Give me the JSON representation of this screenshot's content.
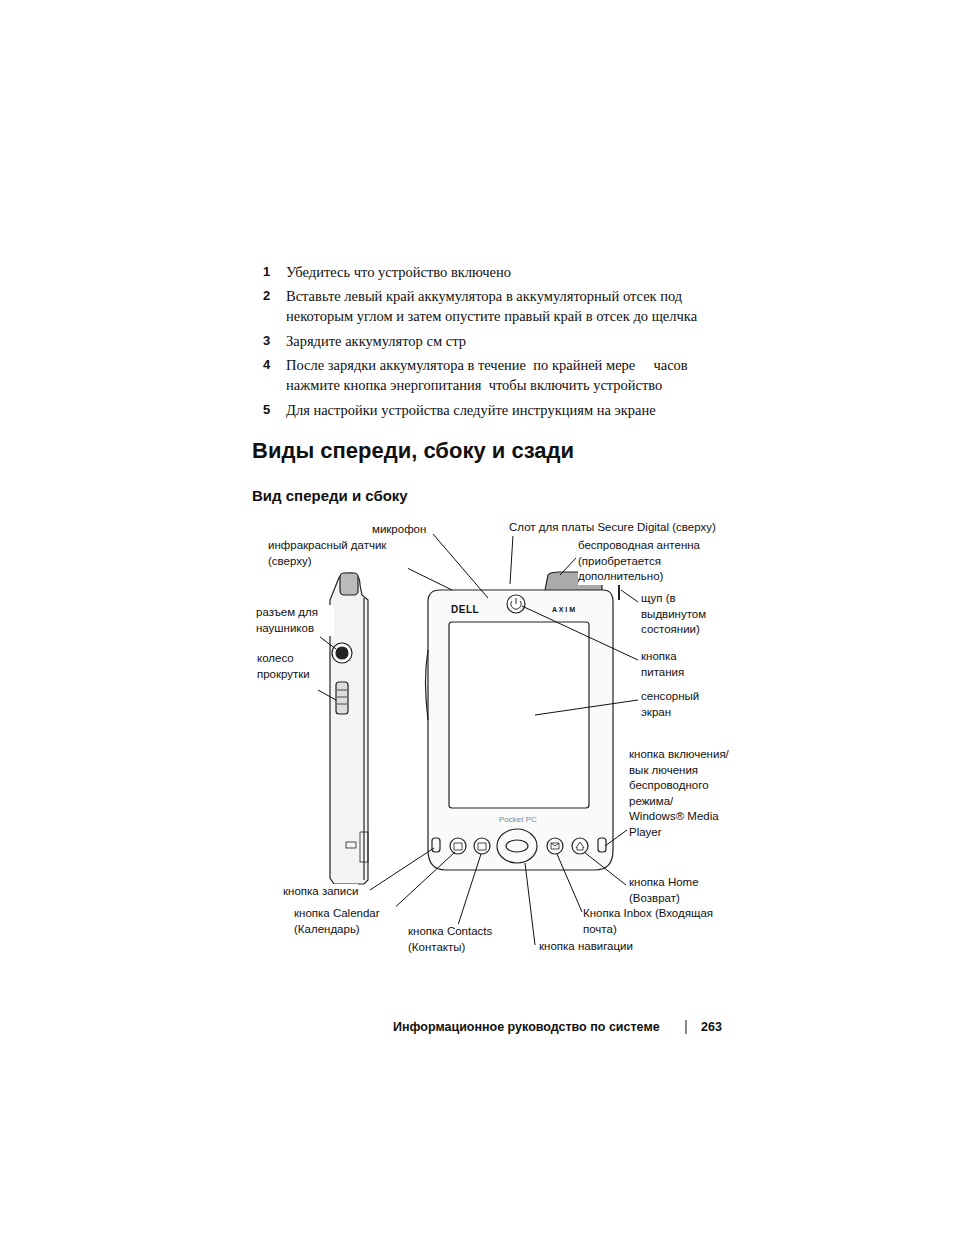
{
  "diagram": {
    "title": "Виды спереди, сбоку и сзади",
    "labels": [
      "1",
      "Убедитесь  что устройство включено",
      "2",
      "Вставьте левый край аккумулятора в аккумуляторный отсек под некоторым углом и затем опустите правый край в отсек до щелчка",
      "3",
      "Зарядите аккумулятор  см  стр",
      "4",
      "После зарядки аккумулятора в течение  по крайней мере     часов нажмите кнопка энергопитания  чтобы включить устройство",
      "5",
      "Для настройки устройства следуйте инструкциям на экране",
      "Вид спереди и сбоку",
      "микрофон",
      "Слот для платы Secure Digital (сверху)",
      "инфракрасный датчик (сверху)",
      "беспроводная антенна (приобретается дополнительно)",
      "щуп (в выдвинутом состоянии)",
      "разъем для наушников",
      "кнопка питания",
      "колесо прокрутки",
      "сенсорный экран",
      "кнопка включения/вык лючения беспроводного режима/ Windows® Media Player",
      "кнопка записи",
      "кнопка Home (Возврат)",
      "кнопка Calendar (Календарь)",
      "Кнопка Inbox (Входящая почта)",
      "кнопка Contacts (Контакты)",
      "кнопка навигации",
      "DELL",
      "A X I M",
      "Pocket PC",
      "Информационное руководство по системе",
      "263"
    ]
  }
}
